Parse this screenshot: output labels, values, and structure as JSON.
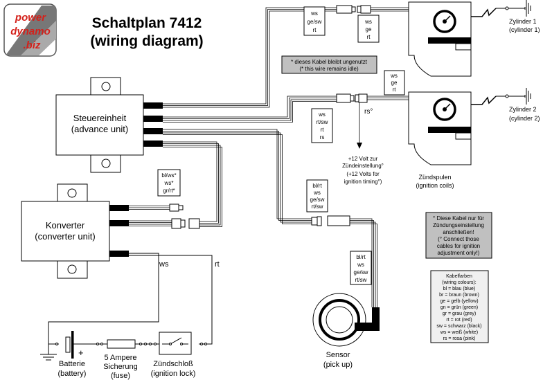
{
  "logo": {
    "line1": "power",
    "line2": "dynamo",
    "line3": ".biz"
  },
  "title": {
    "line1": "Schaltplan 7412",
    "line2": "(wiring diagram)"
  },
  "advance_unit": {
    "de": "Steuereinheit",
    "en": "(advance unit)"
  },
  "converter_unit": {
    "de": "Konverter",
    "en": "(converter unit)"
  },
  "cylinder1": {
    "de": "Zylinder 1",
    "en": "(cylinder 1)"
  },
  "cylinder2": {
    "de": "Zylinder 2",
    "en": "(cylinder 2)"
  },
  "coils": {
    "de": "Zündspulen",
    "en": "(ignition coils)"
  },
  "sensor": {
    "de": "Sensor",
    "en": "(pick up)"
  },
  "battery": {
    "de": "Batterie",
    "en": "(battery)",
    "plus": "+"
  },
  "fuse": {
    "l1": "5 Ampere",
    "l2": "Sicherung",
    "l3": "(fuse)"
  },
  "ignition_lock": {
    "de": "Zündschloß",
    "en": "(ignition lock)"
  },
  "idle_note": {
    "de": "* dieses Kabel bleibt ungenutzt",
    "en": "(* this wire remains idle)"
  },
  "timing": {
    "l1": "+12 Volt zur",
    "l2": "Zündeinstellung°",
    "l3": "(+12 Volts for",
    "l4": "ignition timing°)"
  },
  "connect_note": {
    "l1": "° Diese Kabel nur für",
    "l2": "Zündungseinstellung",
    "l3": "anschließen!",
    "l4": "(° Connect those",
    "l5": "cables for ignition",
    "l6": "adjustment only!)"
  },
  "wire_labels": {
    "c1_left": [
      "ws",
      "ge/sw",
      "rt"
    ],
    "c1_right": [
      "ws",
      "ge",
      "rt"
    ],
    "c2_left": [
      "ws",
      "rt/sw",
      "rt",
      "rs"
    ],
    "c2_right": [
      "ws",
      "ge",
      "rt"
    ],
    "rs_tap": "rs°",
    "conv_top": [
      "bl/ws*",
      "ws*",
      "gr/rt*"
    ],
    "sensor_top": [
      "bl/rt",
      "ws",
      "ge/sw",
      "rt/sw"
    ],
    "sensor_side": [
      "bl/rt",
      "ws",
      "ge/sw",
      "rt/sw"
    ],
    "batt_ws": "ws",
    "batt_rt": "rt"
  },
  "colours": {
    "title": "Kabelfarben",
    "subtitle": "(wiring colours):",
    "items": [
      "bl = blau (blue)",
      "br = braun (brown)",
      "ge = gelb (yellow)",
      "gn = grün (green)",
      "gr = grau (grey)",
      "rt = rot (red)",
      "sw = schwarz (black)",
      "ws = weiß (white)",
      "rs = rosa (pink)"
    ]
  },
  "palette": {
    "logo_red": "#d4201a",
    "note_fill": "#c0c0c0",
    "ground": "#000000"
  }
}
